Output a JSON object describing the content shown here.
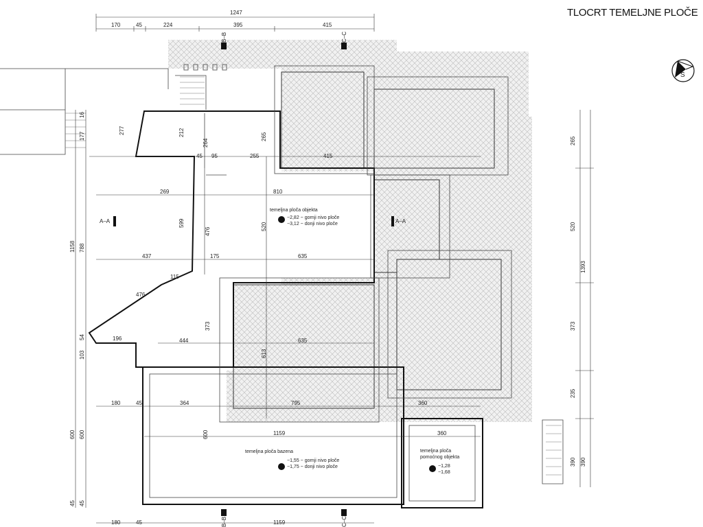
{
  "title": "TLOCRT TEMELJNE  PLOČE",
  "compass": {
    "label": "S"
  },
  "sections": {
    "aa": "A–A",
    "bb": "B–B",
    "cc": "C–C"
  },
  "dims_top": [
    "1247",
    "170",
    "45",
    "224",
    "395",
    "415"
  ],
  "dims_bottom": [
    "180",
    "45",
    "1159"
  ],
  "dims_left": [
    "16",
    "177",
    "1158",
    "788",
    "54",
    "103",
    "600",
    "600",
    "45",
    "45"
  ],
  "dims_right": [
    "265",
    "520",
    "1393",
    "373",
    "235",
    "390",
    "390"
  ],
  "dims_inner": [
    "277",
    "212",
    "264",
    "265",
    "45",
    "95",
    "255",
    "415",
    "269",
    "810",
    "599",
    "476",
    "520",
    "437",
    "175",
    "635",
    "115",
    "476",
    "373",
    "444",
    "635",
    "613",
    "196",
    "180",
    "45",
    "364",
    "795",
    "360",
    "1159",
    "600",
    "360"
  ],
  "slabs": {
    "main": {
      "name": "temeljna ploča objekta",
      "top": "−2,82 − gornji nivo ploče",
      "bottom": "−3,12 − donji nivo ploče"
    },
    "pool": {
      "name": "temeljna ploča bazena",
      "top": "−1,55 − gornji nivo ploče",
      "bottom": "−1,75 − donji nivo ploče"
    },
    "aux": {
      "name": "temeljna ploča",
      "name2": "pomoćnog objekta",
      "top": "−1,28",
      "bottom": "−1,68"
    }
  }
}
